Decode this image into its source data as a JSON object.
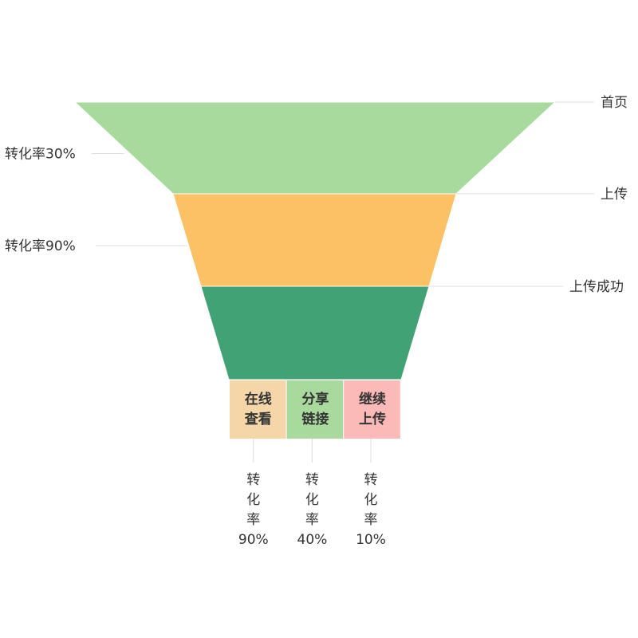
{
  "chart_data": {
    "type": "funnel",
    "stages": [
      {
        "name": "首页",
        "color": "#a9da9d"
      },
      {
        "name": "上传",
        "color": "#fcc065"
      },
      {
        "name": "上传成功",
        "color": "#41a275"
      }
    ],
    "stage_conversions": [
      {
        "label": "转化率30%",
        "value": 30
      },
      {
        "label": "转化率90%",
        "value": 90
      }
    ],
    "branches": [
      {
        "name": [
          "在线",
          "查看"
        ],
        "color": "#f5d6a9",
        "conversion_lines": [
          "转",
          "化",
          "率",
          "90%"
        ],
        "value": 90
      },
      {
        "name": [
          "分享",
          "链接"
        ],
        "color": "#a9da9d",
        "conversion_lines": [
          "转",
          "化",
          "率",
          "40%"
        ],
        "value": 40
      },
      {
        "name": [
          "继续",
          "上传"
        ],
        "color": "#fbb9b8",
        "conversion_lines": [
          "转",
          "化",
          "率",
          "10%"
        ],
        "value": 10
      }
    ]
  }
}
